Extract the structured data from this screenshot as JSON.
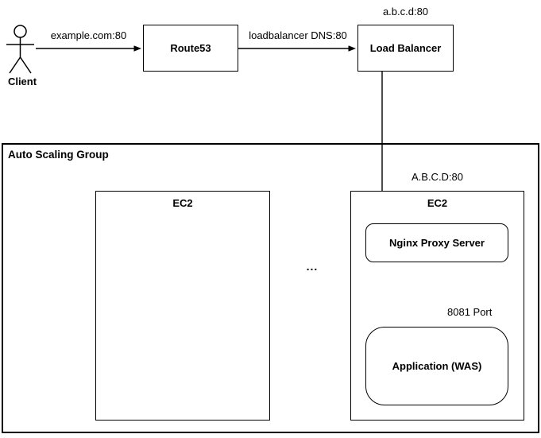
{
  "diagram": {
    "client": {
      "label": "Client"
    },
    "nodes": {
      "route53": {
        "label": "Route53"
      },
      "load_balancer": {
        "label": "Load Balancer",
        "address": "a.b.c.d:80"
      }
    },
    "edges": {
      "client_to_route53": {
        "label": "example.com:80"
      },
      "route53_to_lb": {
        "label": "loadbalancer DNS:80"
      },
      "nginx_to_app": {
        "label": "8081 Port"
      }
    },
    "asg": {
      "label": "Auto Scaling Group",
      "ellipsis": "...",
      "ec2_left": {
        "label": "EC2"
      },
      "ec2_right": {
        "label": "EC2",
        "address": "A.B.C.D:80",
        "nginx": {
          "label": "Nginx Proxy Server"
        },
        "application": {
          "label": "Application (WAS)"
        }
      }
    },
    "colors": {
      "stroke": "#000000",
      "background": "#ffffff"
    }
  }
}
